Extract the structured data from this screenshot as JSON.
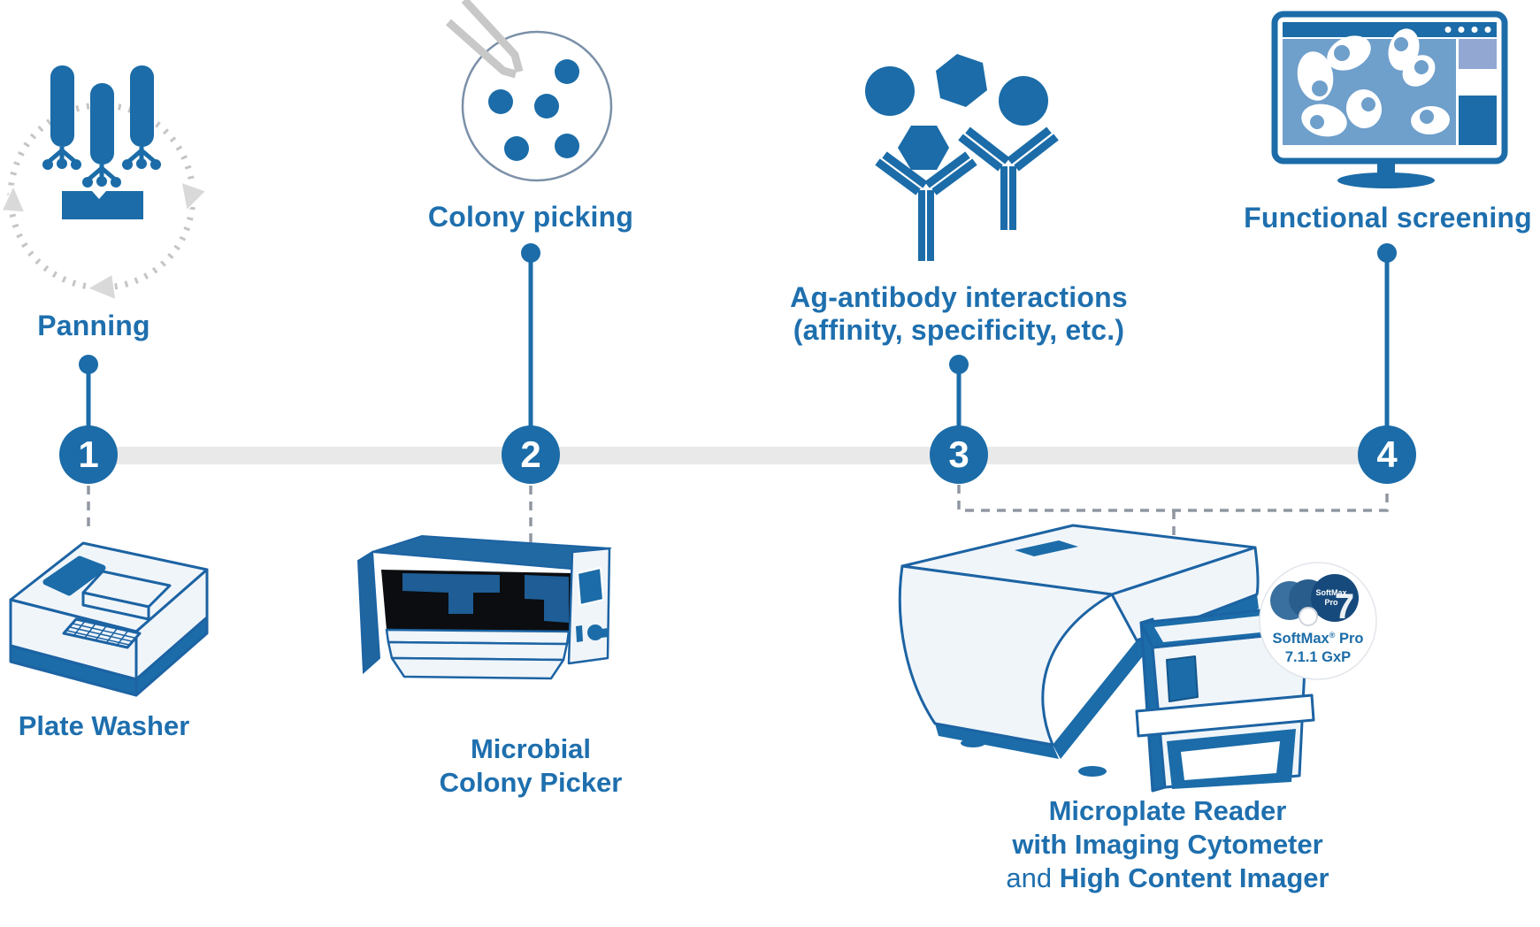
{
  "colors": {
    "primary_blue": "#1b6ca8",
    "text_blue": "#1e6fae",
    "timeline_gray": "#e9e9e9",
    "dash_gray": "#9097a2",
    "dotted_circle_gray": "#c5c5c5",
    "tweezers_gray": "#c8c8c8",
    "screen_blue": "#6f9fcb",
    "sidebar_lavender": "#92a8d3",
    "window_black": "#0b0d10",
    "equipment_fill": "#f0f5fa",
    "badge_disc_dark": "#174a7c"
  },
  "steps": [
    {
      "number": "1",
      "label": "Panning",
      "icon": "panning-cycle-icon",
      "equipment_line1": "Plate Washer",
      "equipment_icon": "plate-washer-illustration"
    },
    {
      "number": "2",
      "label": "Colony picking",
      "icon": "petri-dish-colony-icon",
      "equipment_line1": "Microbial",
      "equipment_line2": "Colony Picker",
      "equipment_icon": "microbial-colony-picker-illustration"
    },
    {
      "number": "3",
      "label_line1": "Ag-antibody interactions",
      "label_line2": "(affinity, specificity, etc.)",
      "icon": "antigen-antibody-icon",
      "equipment_line1": "Microplate Reader",
      "equipment_line2": "with Imaging Cytometer",
      "equipment_line3_prefix": "and ",
      "equipment_line3_main": "High Content Imager",
      "equipment_icon": "microplate-reader-imager-illustration"
    },
    {
      "number": "4",
      "label": "Functional screening",
      "icon": "monitor-cell-imaging-icon"
    }
  ],
  "softmax_badge": {
    "logo_line1": "SoftMax",
    "logo_line2": "Pro",
    "logo_numeral": "7",
    "name": "SoftMax",
    "registered": "®",
    "name_suffix": " Pro",
    "version": "7.1.1 GxP"
  }
}
